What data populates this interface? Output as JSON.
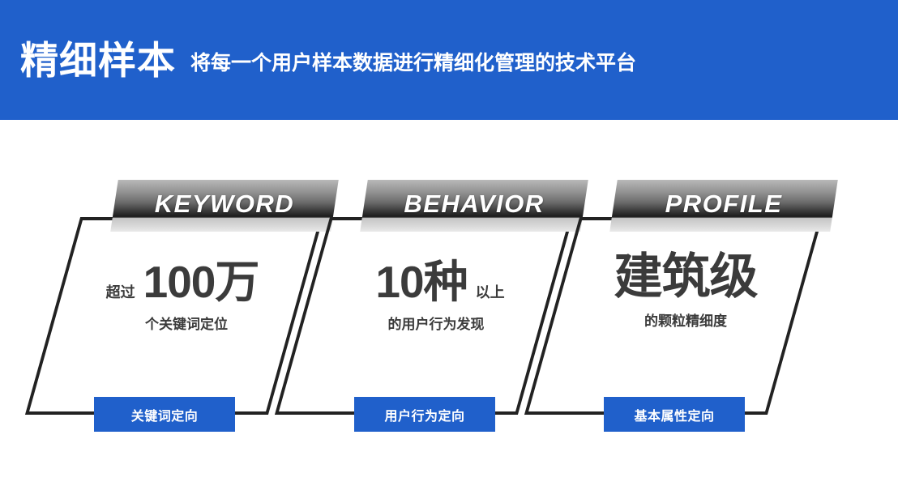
{
  "header": {
    "title": "精细样本",
    "subtitle": "将每一个用户样本数据进行精细化管理的技术平台",
    "background_color": "#2060cb",
    "text_color": "#ffffff"
  },
  "theme": {
    "accent_blue": "#2060cb",
    "outline_dark": "#222222",
    "text_dark": "#3b3b3b",
    "banner_gradient_top": "#b9b9b9",
    "banner_gradient_dark": "#1e1e1e",
    "banner_gradient_bottom": "#e9e9e9"
  },
  "cards": [
    {
      "banner_label": "KEYWORD",
      "stat_prefix": "超过",
      "stat_value": "100万",
      "stat_suffix": "",
      "caption": "个关键词定位",
      "tag_label": "关键词定向"
    },
    {
      "banner_label": "BEHAVIOR",
      "stat_prefix": "",
      "stat_value": "10种",
      "stat_suffix": "以上",
      "caption": "的用户行为发现",
      "tag_label": "用户行为定向"
    },
    {
      "banner_label": "PROFILE",
      "stat_prefix": "",
      "stat_value": "建筑级",
      "stat_suffix": "",
      "caption": "的颗粒精细度",
      "tag_label": "基本属性定向"
    }
  ]
}
